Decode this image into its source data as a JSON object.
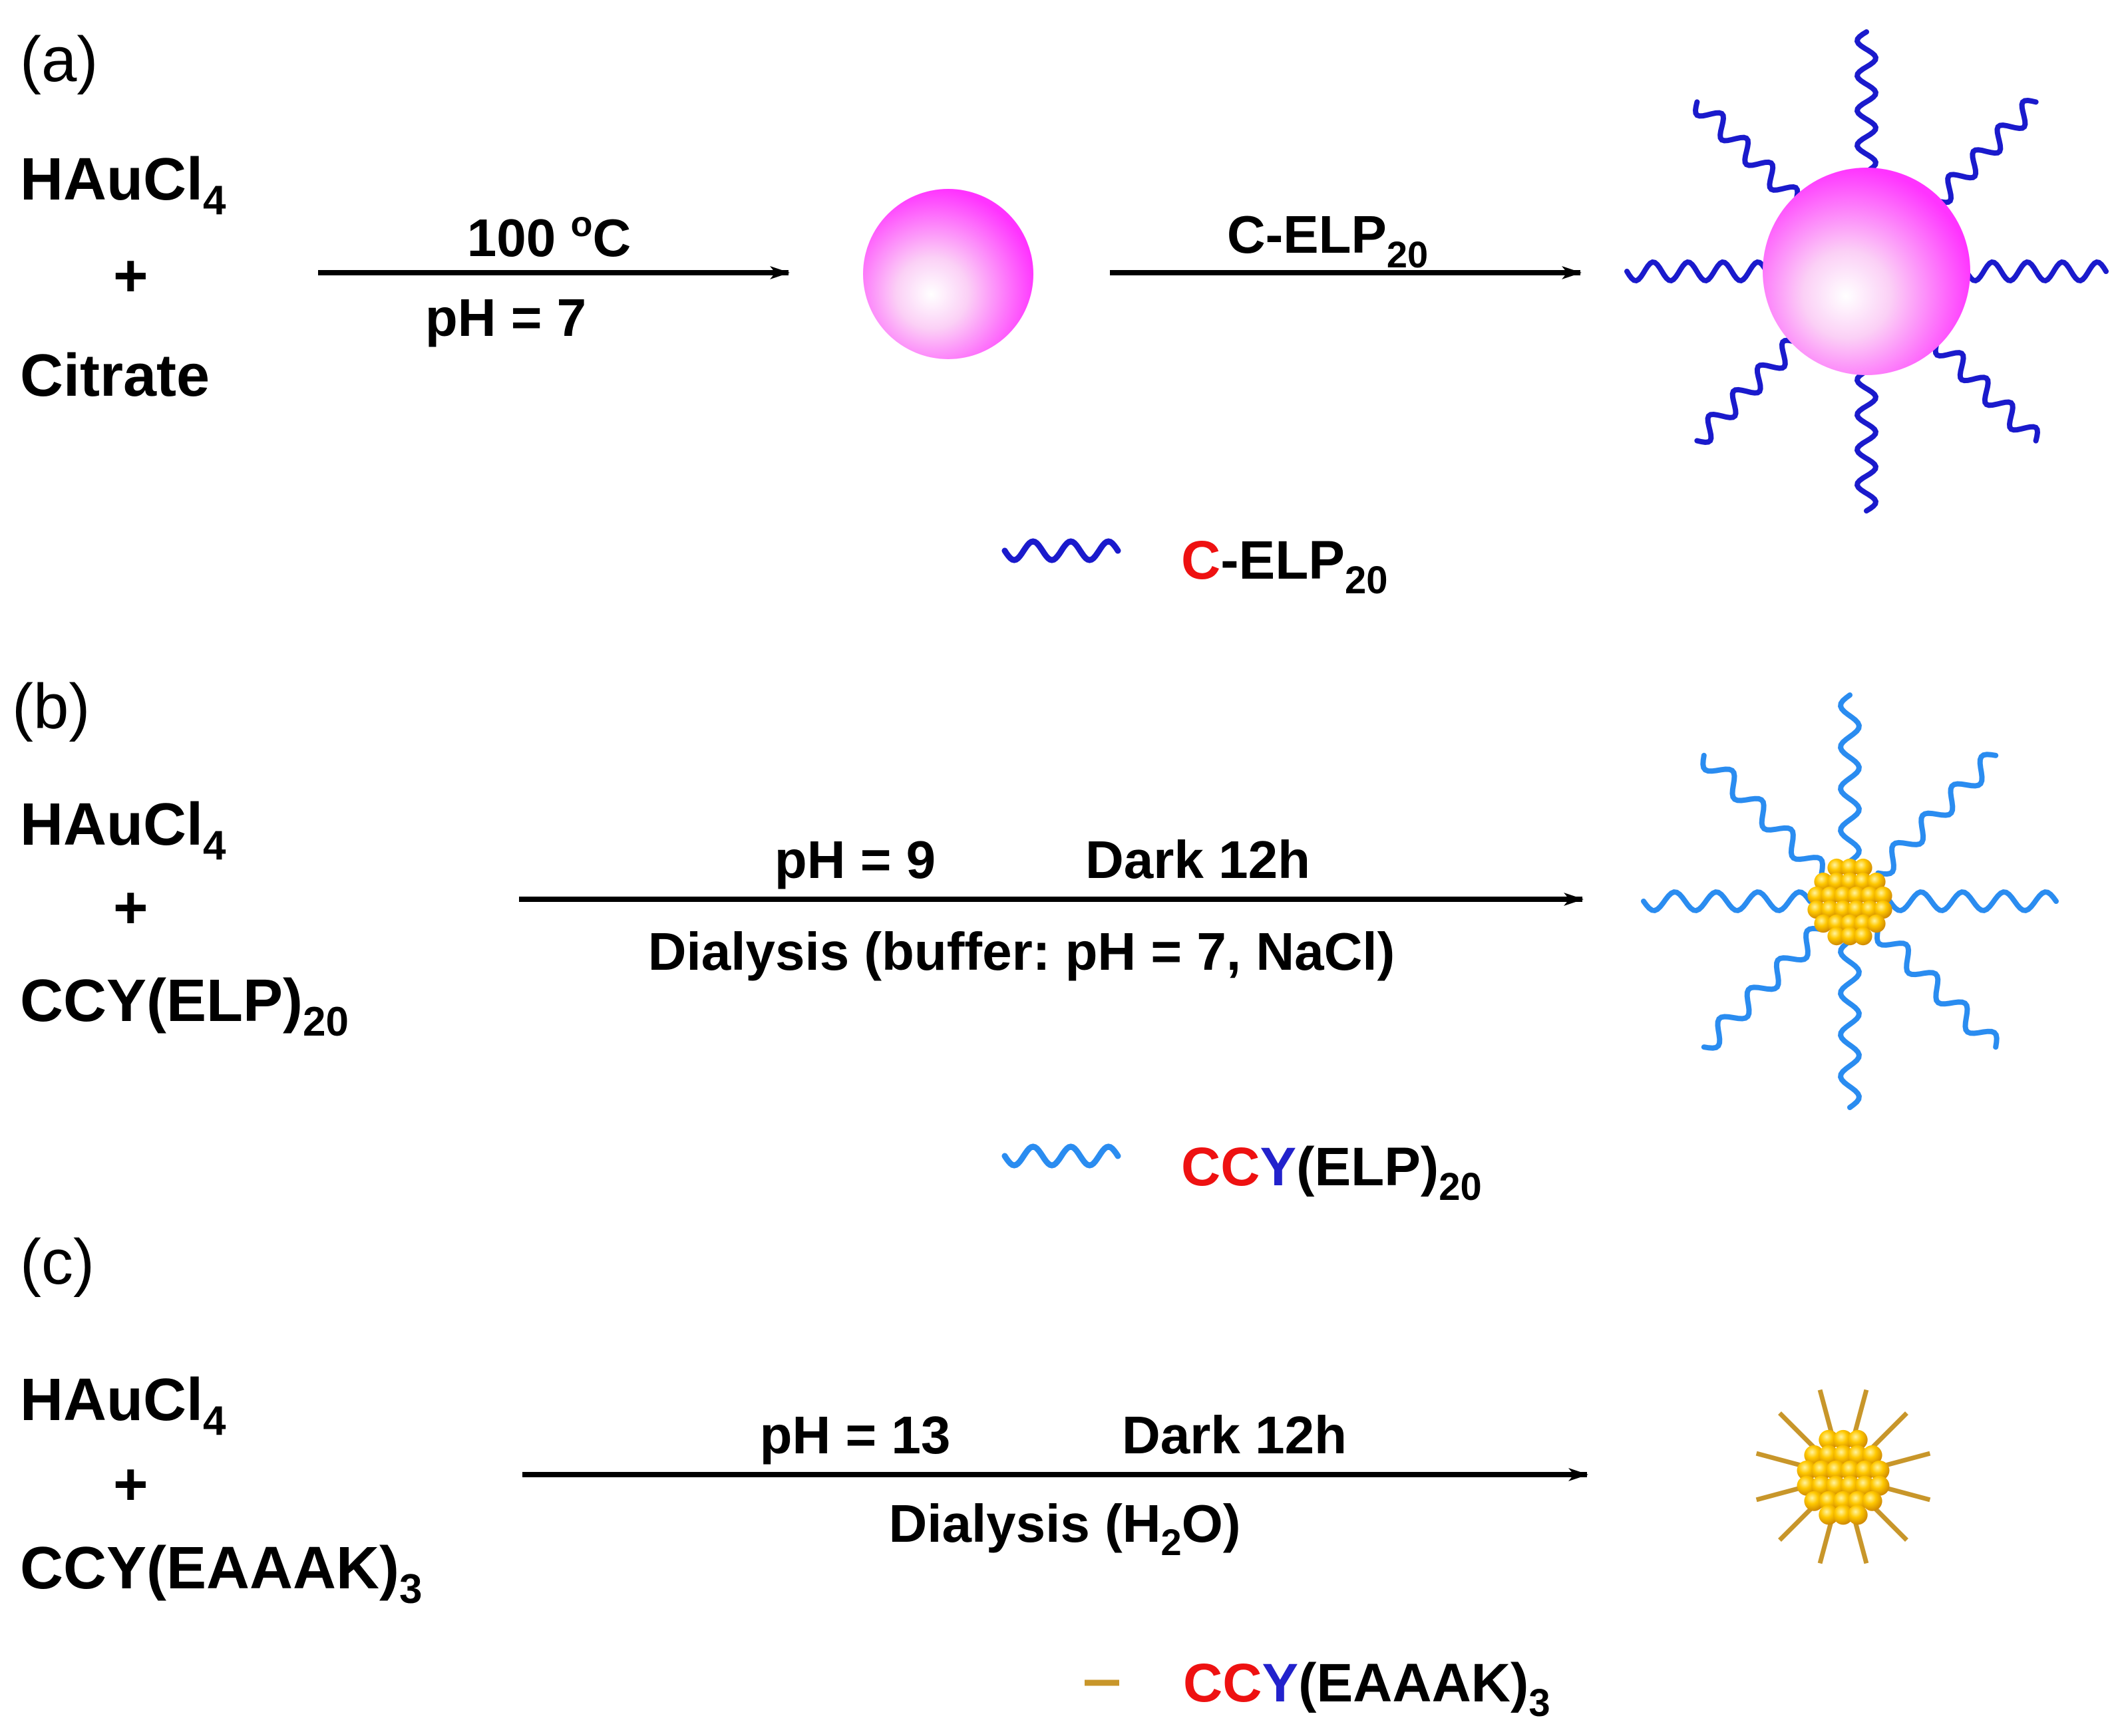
{
  "panel_a": {
    "label": "(a)",
    "reactant_1_main": "HAuCl",
    "reactant_1_sub": "4",
    "plus": "+",
    "reactant_2": "Citrate",
    "step1_top_value": "100 ",
    "step1_top_degree": "o",
    "step1_top_unit": "C",
    "step1_bottom": "pH = 7",
    "step2_top_main": "C-ELP",
    "step2_top_sub": "20",
    "legend_colored": "C",
    "legend_rest": "-ELP",
    "legend_sub": "20"
  },
  "panel_b": {
    "label": "(b)",
    "reactant_1_main": "HAuCl",
    "reactant_1_sub": "4",
    "plus": "+",
    "reactant_2_main": "CCY(ELP)",
    "reactant_2_sub": "20",
    "cond_top_left": "pH = 9",
    "cond_top_right": "Dark 12h",
    "cond_bottom": "Dialysis (buffer: pH = 7, NaCl)",
    "legend_cc": "CC",
    "legend_y": "Y",
    "legend_rest": "(ELP)",
    "legend_sub": "20"
  },
  "panel_c": {
    "label": "(c)",
    "reactant_1_main": "HAuCl",
    "reactant_1_sub": "4",
    "plus": "+",
    "reactant_2_main": "CCY(EAAAK)",
    "reactant_2_sub": "3",
    "cond_top_left": "pH = 13",
    "cond_top_right": "Dark 12h",
    "cond_bottom_main": "Dialysis (H",
    "cond_bottom_sub": "2",
    "cond_bottom_end": "O)",
    "legend_cc": "CC",
    "legend_y": "Y",
    "legend_rest": "(EAAAK)",
    "legend_sub": "3"
  },
  "colors": {
    "ink": "#000000",
    "gold_np": "#ff33ff",
    "elp_dark": "#1a1acc",
    "elp_light": "#2a8cf0",
    "cluster": "#f5b800",
    "eaaak_ligand": "#c8962a",
    "highlight_red": "#ee1111",
    "highlight_blue": "#2222cc"
  }
}
